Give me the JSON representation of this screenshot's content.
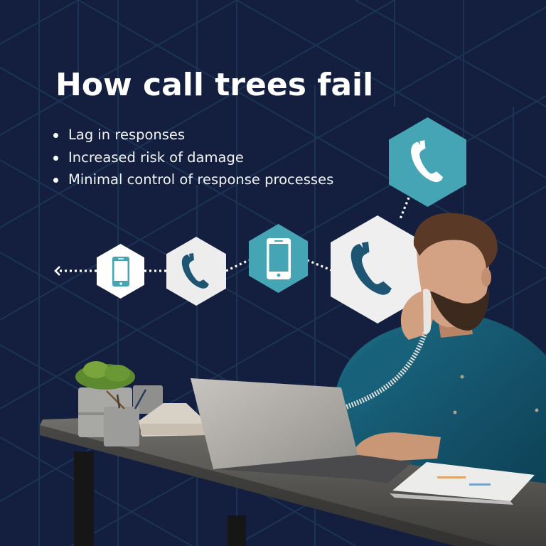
{
  "graphic": {
    "title": "How call trees fail",
    "bullets": [
      {
        "text": "Lag in responses"
      },
      {
        "text": "Increased risk of damage"
      },
      {
        "text": "Minimal control of response processes"
      }
    ]
  },
  "call_tree": {
    "nodes": [
      {
        "id": "node-1",
        "icon": "smartphone-icon",
        "fill": "#ffffff",
        "icon_color": "#45a5b5"
      },
      {
        "id": "node-2",
        "icon": "phone-handset-icon",
        "fill": "#ededee",
        "icon_color": "#1d5573"
      },
      {
        "id": "node-3",
        "icon": "smartphone-icon",
        "fill": "#45a5b5",
        "icon_color": "#ffffff"
      },
      {
        "id": "node-4",
        "icon": "phone-handset-icon",
        "fill": "#efeff0",
        "icon_color": "#1d5573"
      },
      {
        "id": "node-5",
        "icon": "phone-handset-icon",
        "fill": "#45a5b5",
        "icon_color": "#ffffff"
      }
    ],
    "arrow_direction": "left"
  },
  "photo": {
    "description": "Bearded man in teal shirt talking on a corded desk phone while typing on a laptop at a desk with a plant, pencil cups, desk phone and papers"
  },
  "colors": {
    "background": "#141f3f",
    "pattern_lines": "#1d3a5c",
    "accent_teal": "#45a5b5",
    "icon_navy": "#1d5573",
    "text": "#ffffff"
  }
}
